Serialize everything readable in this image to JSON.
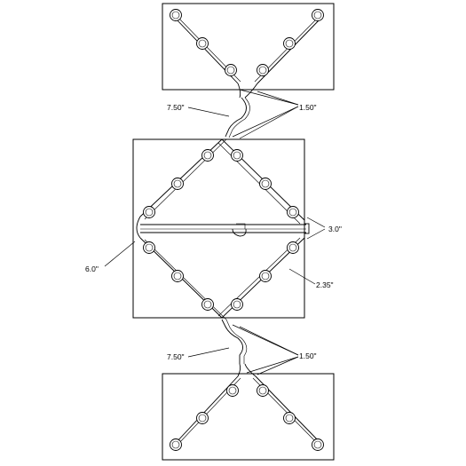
{
  "dimensions": {
    "top_branch_length": "7.50\"",
    "top_branch_spacing": "1.50\"",
    "main_width": "3.0\"",
    "main_side": "6.0\"",
    "main_offset": "2.35\"",
    "bottom_branch_length": "7.50\"",
    "bottom_branch_spacing": "1.50\""
  }
}
